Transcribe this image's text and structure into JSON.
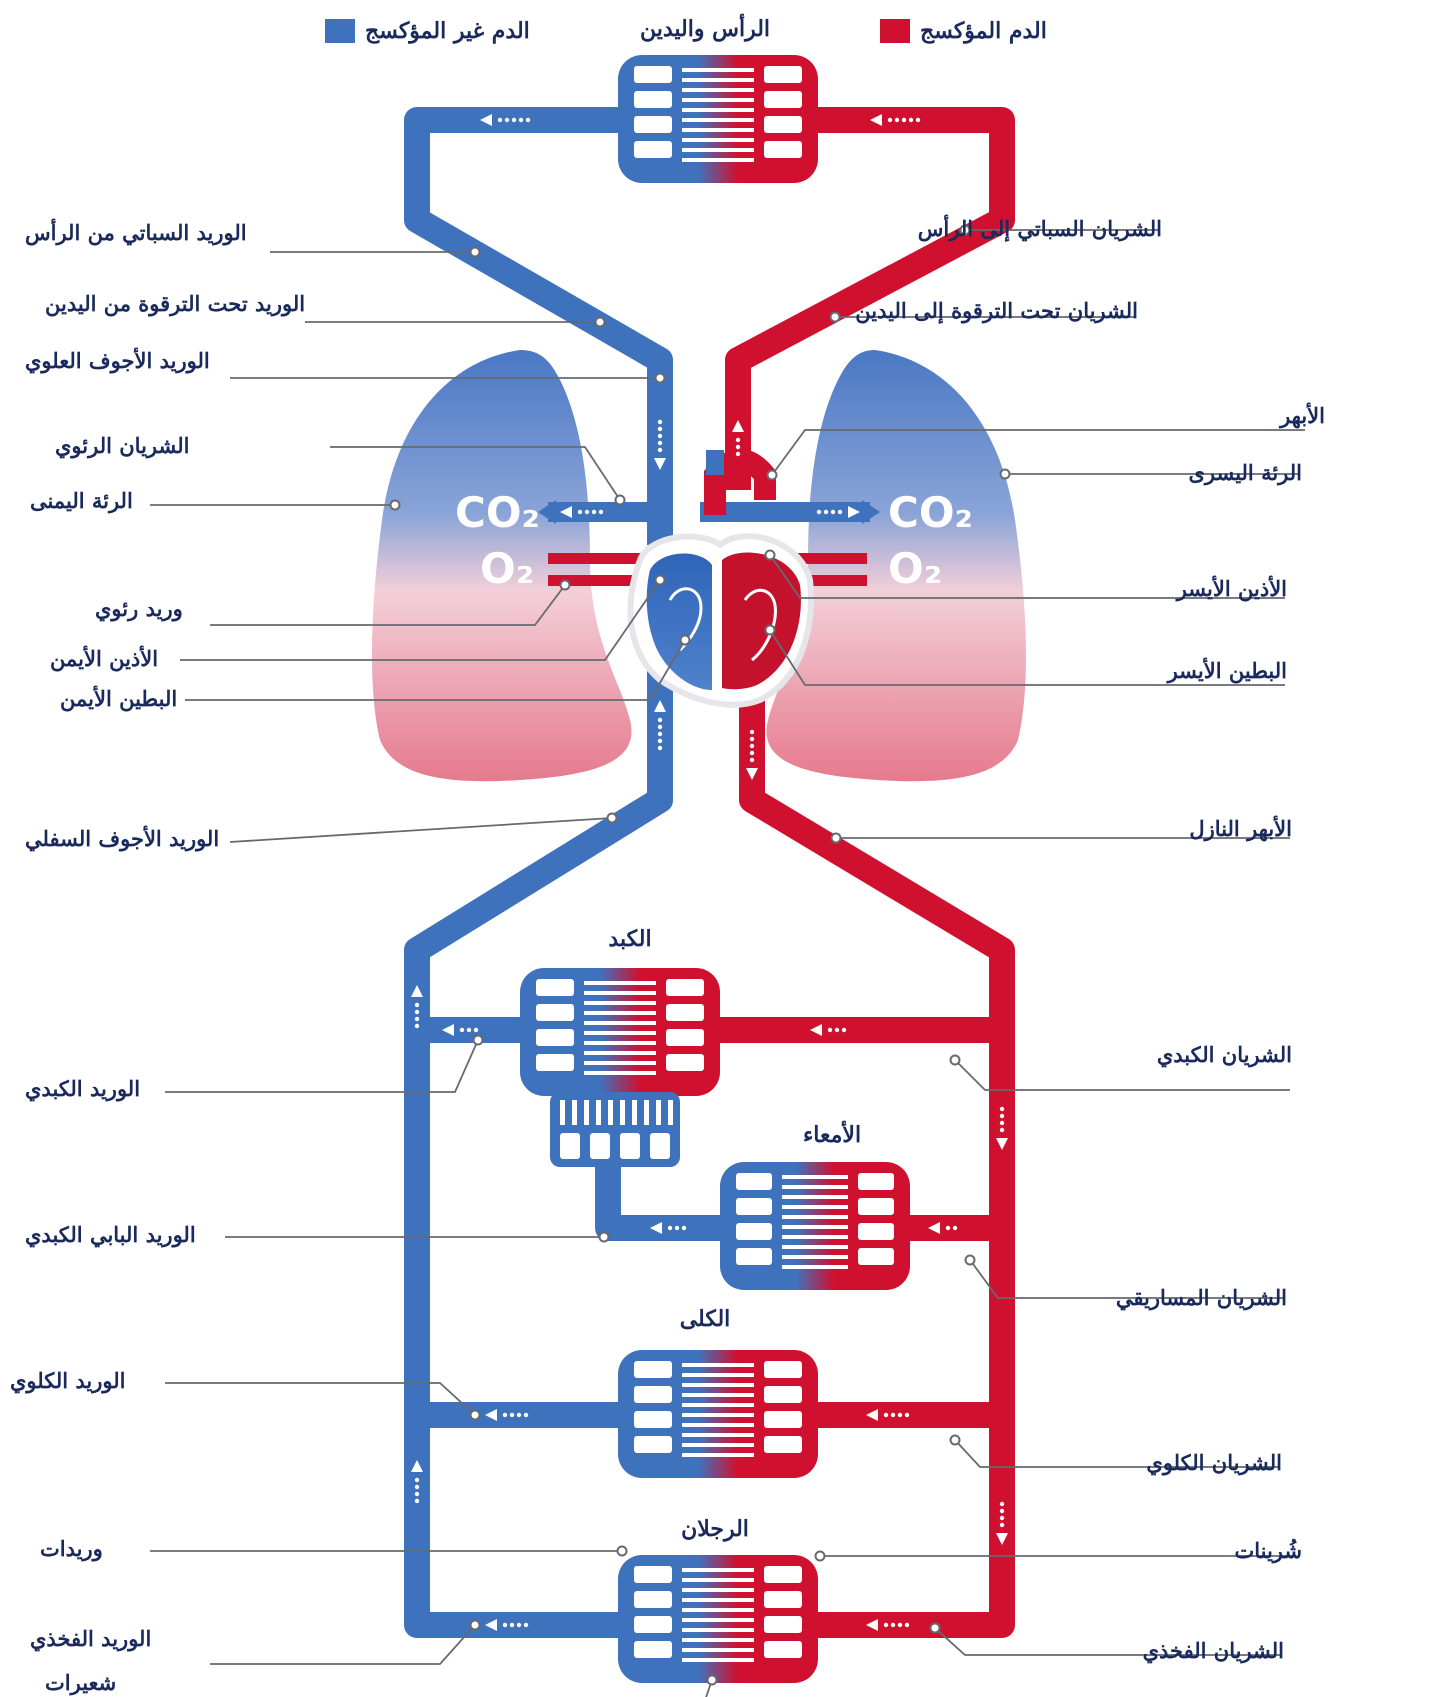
{
  "legend": {
    "oxygenated": {
      "label": "الدم المؤكسج",
      "color": "#d0102f"
    },
    "deoxygenated": {
      "label": "الدم غير المؤكسج",
      "color": "#3f72bd"
    }
  },
  "gases": {
    "co2_left": "CO₂",
    "o2_left": "O₂",
    "co2_right": "CO₂",
    "o2_right": "O₂"
  },
  "organs": {
    "head_arms": "الرأس واليدين",
    "liver": "الكبد",
    "intestines": "الأمعاء",
    "kidneys": "الكلى",
    "legs": "الرجلان"
  },
  "left_labels": {
    "jugular_vein": "الوريد السباتي من الرأس",
    "subclavian_vein": "الوريد تحت الترقوة من اليدين",
    "superior_vena_cava": "الوريد الأجوف العلوي",
    "pulmonary_artery": "الشريان الرئوي",
    "right_lung": "الرئة اليمنى",
    "pulmonary_vein": "وريد رئوي",
    "right_atrium": "الأذين الأيمن",
    "right_ventricle": "البطين الأيمن",
    "inferior_vena_cava": "الوريد الأجوف السفلي",
    "hepatic_vein": "الوريد الكبدي",
    "portal_vein": "الوريد البابي الكبدي",
    "renal_vein": "الوريد الكلوي",
    "venules": "وريدات",
    "femoral_vein": "الوريد الفخذي",
    "capillaries": "شعيرات"
  },
  "right_labels": {
    "carotid_artery": "الشريان السباتي إلى الرأس",
    "subclavian_artery": "الشريان تحت الترقوة إلى اليدين",
    "aorta": "الأبهر",
    "left_lung": "الرئة اليسرى",
    "left_atrium": "الأذين الأيسر",
    "left_ventricle": "البطين الأيسر",
    "descending_aorta": "الأبهر النازل",
    "hepatic_artery": "الشريان الكبدي",
    "mesenteric_artery": "الشريان المساريقي",
    "renal_artery": "الشريان الكلوي",
    "arterioles": "شُرينات",
    "femoral_artery": "الشريان الفخذي"
  }
}
